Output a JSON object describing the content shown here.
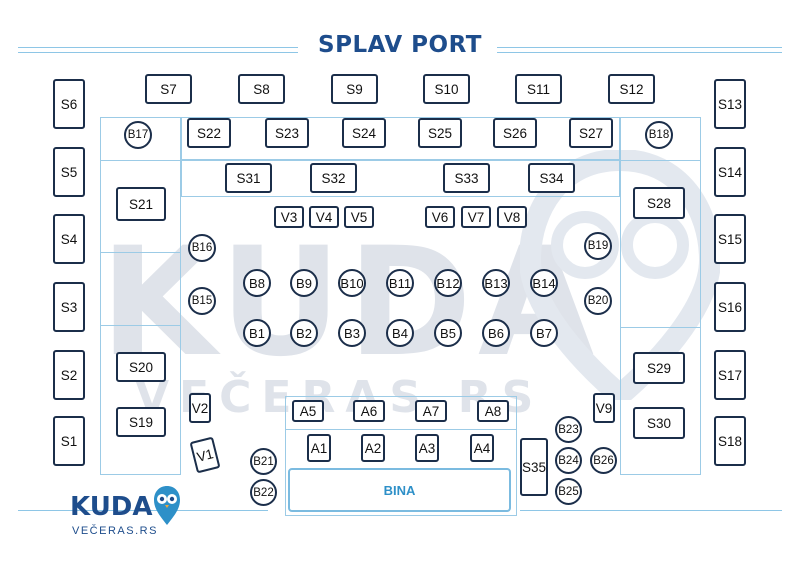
{
  "title": "SPLAV PORT",
  "stage_label": "BINA",
  "logo": {
    "name": "KUDA",
    "domain": "VEČERAS.RS"
  },
  "watermark": {
    "main": "KUDA",
    "sub": "VEČERAS.RS"
  },
  "colors": {
    "navy": "#1e4d8c",
    "accent": "#2e90c8",
    "line": "#8ec6e6",
    "border": "#1b2e4a"
  },
  "icons": [
    "owl-pin-icon"
  ],
  "tables": {
    "S1": "S1",
    "S2": "S2",
    "S3": "S3",
    "S4": "S4",
    "S5": "S5",
    "S6": "S6",
    "S7": "S7",
    "S8": "S8",
    "S9": "S9",
    "S10": "S10",
    "S11": "S11",
    "S12": "S12",
    "S13": "S13",
    "S14": "S14",
    "S15": "S15",
    "S16": "S16",
    "S17": "S17",
    "S18": "S18",
    "S19": "S19",
    "S20": "S20",
    "S21": "S21",
    "S22": "S22",
    "S23": "S23",
    "S24": "S24",
    "S25": "S25",
    "S26": "S26",
    "S27": "S27",
    "S28": "S28",
    "S29": "S29",
    "S30": "S30",
    "S31": "S31",
    "S32": "S32",
    "S33": "S33",
    "S34": "S34",
    "S35": "S35",
    "V1": "V1",
    "V2": "V2",
    "V3": "V3",
    "V4": "V4",
    "V5": "V5",
    "V6": "V6",
    "V7": "V7",
    "V8": "V8",
    "V9": "V9",
    "A1": "A1",
    "A2": "A2",
    "A3": "A3",
    "A4": "A4",
    "A5": "A5",
    "A6": "A6",
    "A7": "A7",
    "A8": "A8"
  },
  "bars": {
    "B1": "B1",
    "B2": "B2",
    "B3": "B3",
    "B4": "B4",
    "B5": "B5",
    "B6": "B6",
    "B7": "B7",
    "B8": "B8",
    "B9": "B9",
    "B10": "B10",
    "B11": "B11",
    "B12": "B12",
    "B13": "B13",
    "B14": "B14",
    "B15": "B15",
    "B16": "B16",
    "B17": "B17",
    "B18": "B18",
    "B19": "B19",
    "B20": "B20",
    "B21": "B21",
    "B22": "B22",
    "B23": "B23",
    "B24": "B24",
    "B25": "B25",
    "B26": "B26"
  }
}
